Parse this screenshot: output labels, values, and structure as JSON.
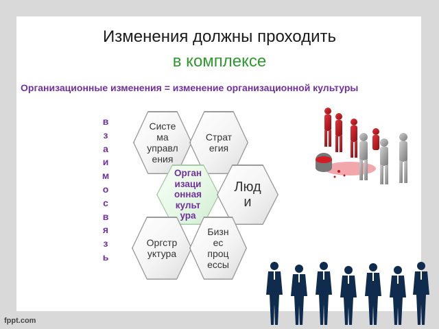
{
  "slide": {
    "title_line1": "Изменения должны проходить",
    "title_line2": "в комплексе",
    "subtitle": "Организационные изменения = изменение организационной культуры",
    "vertical_word": [
      "в",
      "з",
      "а",
      "и",
      "м",
      "о",
      "с",
      "в",
      "я",
      "з",
      "ь"
    ],
    "hexagons": [
      {
        "id": "system",
        "label": "Систе\nма\nуправл\nения"
      },
      {
        "id": "strategy",
        "label": "Страт\nегия"
      },
      {
        "id": "culture",
        "label": "Орган\nизаци\nонная\nкульт\nура"
      },
      {
        "id": "people",
        "label": "Люд\nи"
      },
      {
        "id": "orgstructure",
        "label": "Оргстр\nуктура"
      },
      {
        "id": "business",
        "label": "Бизн\nес\nпроц\nессы"
      }
    ],
    "footer": "fppt.com"
  },
  "colors": {
    "title": "#1a1a1a",
    "title_accent": "#2e9a2e",
    "subtitle": "#7030a0",
    "figures_red": "#c0141c",
    "figures_grey": "#9a9a9a",
    "silhouettes": "#0f2c4f"
  },
  "icons": [
    "red-paint-figures-image",
    "business-people-silhouettes"
  ]
}
